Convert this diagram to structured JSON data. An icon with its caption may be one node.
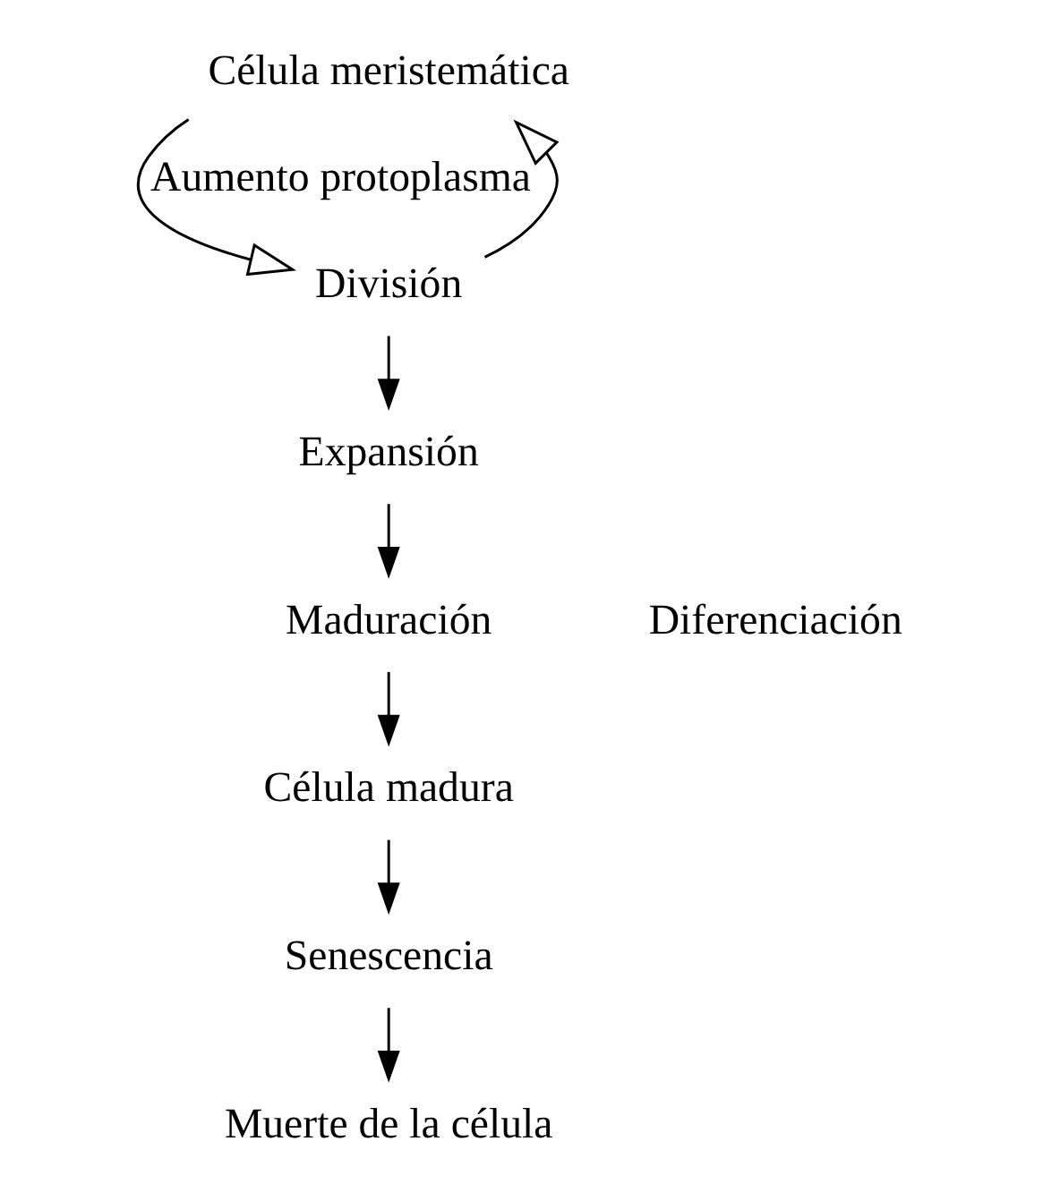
{
  "diagram": {
    "nodes": [
      {
        "text": [
          "Célula meristemática"
        ]
      },
      {
        "text": [
          "División"
        ]
      },
      {
        "text": [
          "Expansión"
        ]
      },
      {
        "text": [
          "Maduración"
        ]
      },
      {
        "text": [
          "Célula madura"
        ]
      },
      {
        "text": [
          "Senescencia"
        ]
      },
      {
        "text": [
          "Muerte de la célula"
        ]
      }
    ],
    "edges": [
      {
        "from": 0,
        "to": 1,
        "arrow": "to",
        "label": "Aumento protoplasma"
      },
      {
        "from": 1,
        "to": 0,
        "arrow": "to"
      },
      {
        "from": 1,
        "to": 2,
        "arrow": "to"
      },
      {
        "from": 2,
        "to": 3,
        "arrow": "to"
      },
      {
        "from": 3,
        "to": 4,
        "arrow": "to"
      },
      {
        "from": 4,
        "to": 5,
        "arrow": "to"
      },
      {
        "from": 5,
        "to": 6,
        "arrow": "to"
      }
    ],
    "labels": [
      "Diferenciación"
    ]
  }
}
